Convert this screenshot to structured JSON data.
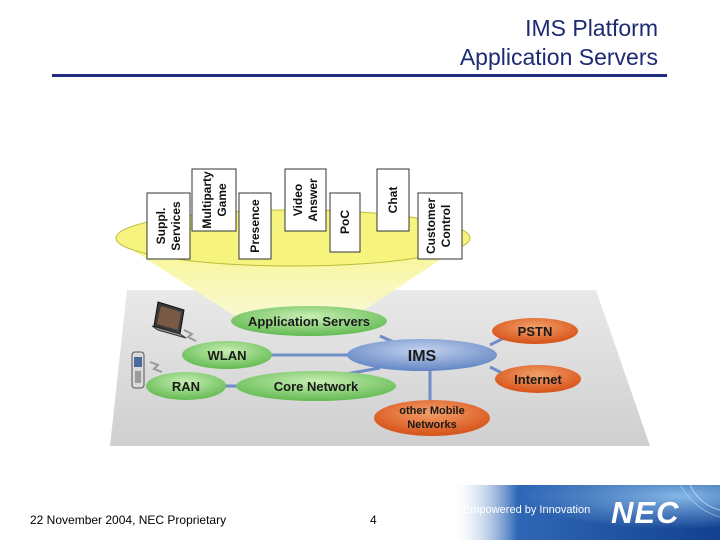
{
  "slide": {
    "title_line1": "IMS Platform",
    "title_line2": "Application Servers",
    "footer": "22 November 2004, NEC Proprietary",
    "page_number": "4",
    "tagline": "Empowered by Innovation",
    "logo": "NEC"
  },
  "services": [
    {
      "line1": "Suppl.",
      "line2": "Services"
    },
    {
      "line1": "Multiparty",
      "line2": "Game"
    },
    {
      "line1": "Presence",
      "line2": ""
    },
    {
      "line1": "Video",
      "line2": "Answer"
    },
    {
      "line1": "PoC",
      "line2": ""
    },
    {
      "line1": "Chat",
      "line2": ""
    },
    {
      "line1": "Customer",
      "line2": "Control"
    }
  ],
  "network": {
    "application_servers": "Application Servers",
    "ims": "IMS",
    "wlan": "WLAN",
    "ran": "RAN",
    "core_network": "Core Network",
    "pstn": "PSTN",
    "internet": "Internet",
    "other_line1": "other Mobile",
    "other_line2": "Networks"
  },
  "colors": {
    "title": "#1c2a73",
    "rule": "#1f2a80",
    "beam": "#f3f27a",
    "green_node": "#7fcf6a",
    "blue_node": "#7f9ed2",
    "orange_node": "#e0591a",
    "platform": "#d6d6d6",
    "brand_bg": "#1d4fa0"
  },
  "icons": [
    "laptop-icon",
    "mobile-phone-icon"
  ]
}
